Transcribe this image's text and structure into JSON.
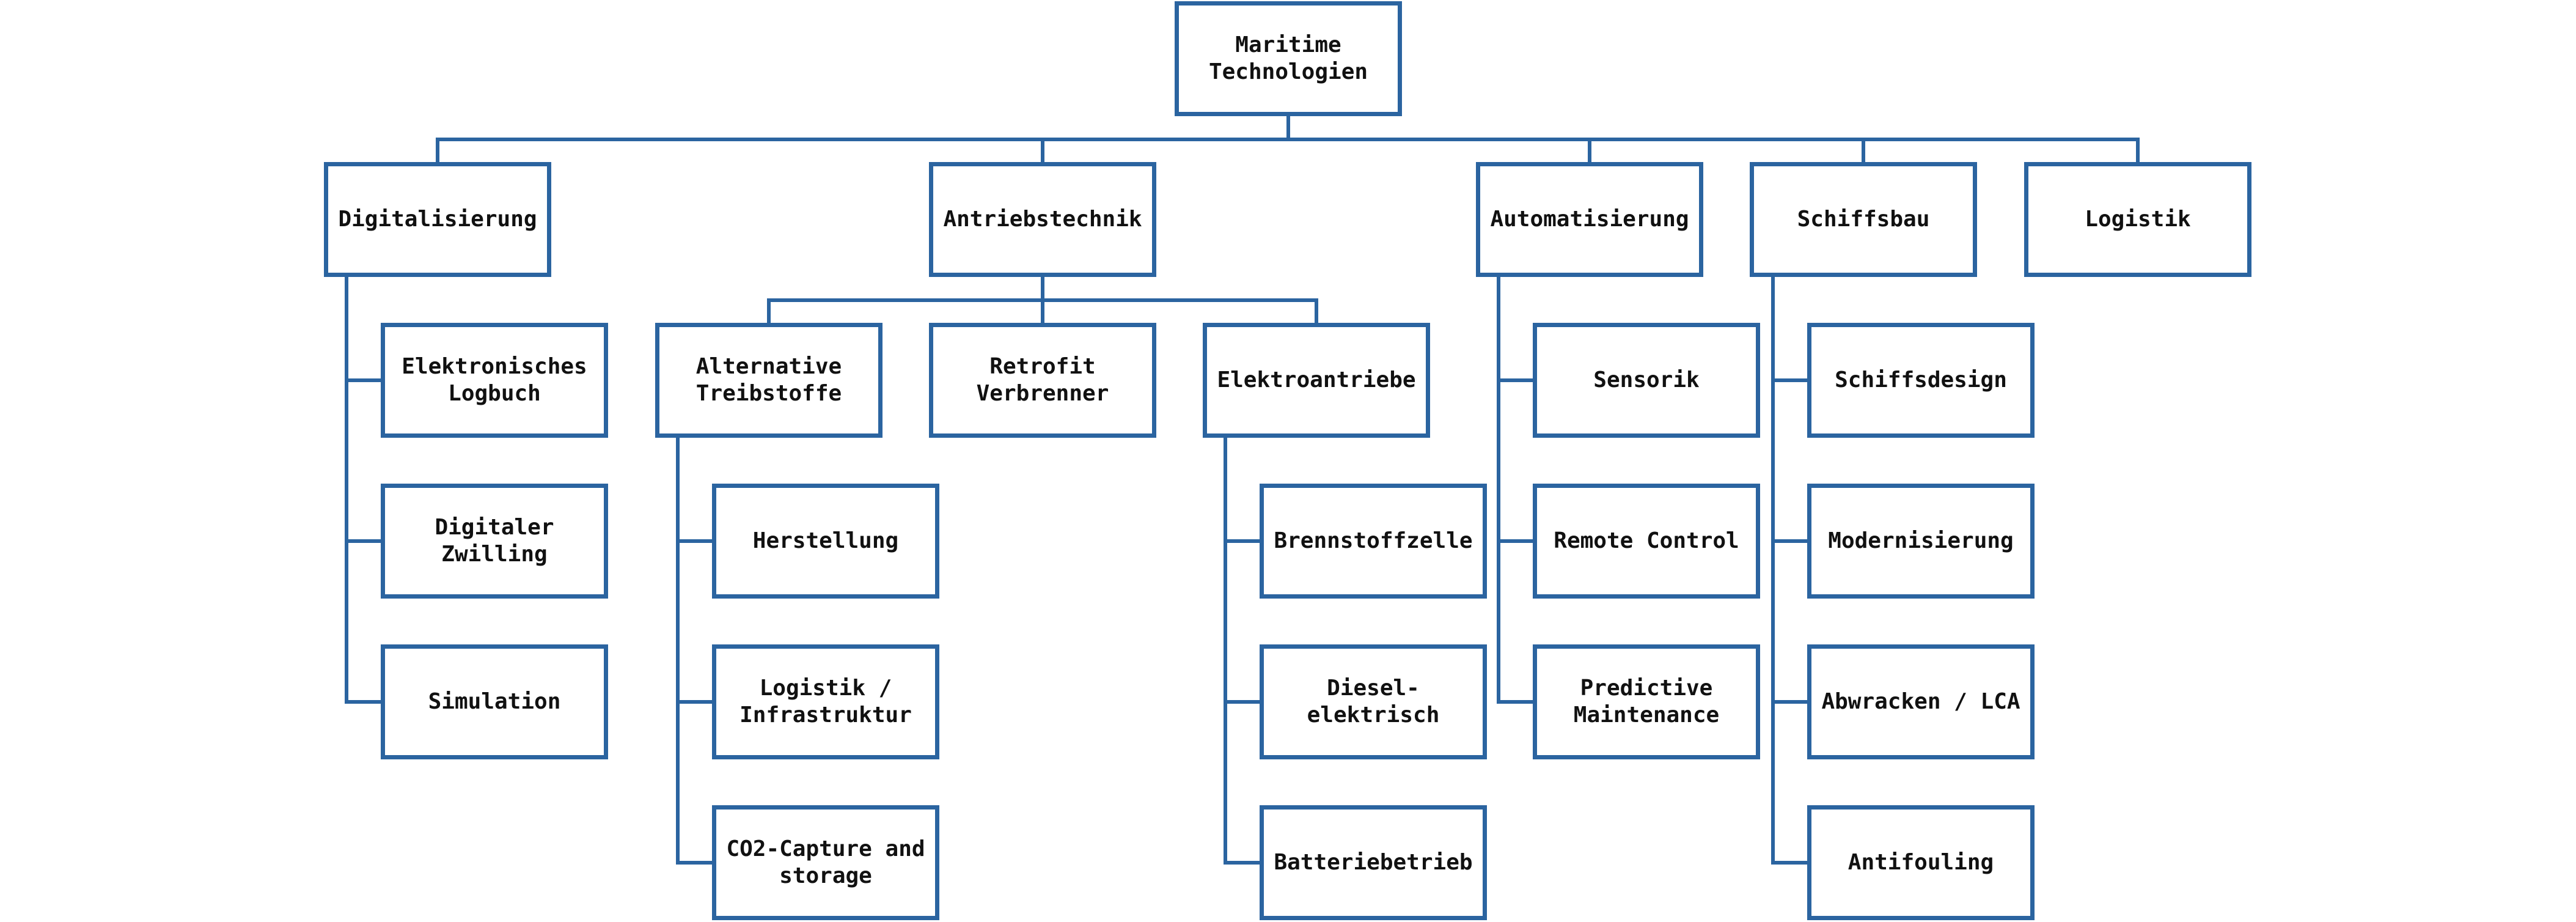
{
  "colors": {
    "line": "#2b64a0",
    "box_border": "#2b64a0",
    "text": "#111111",
    "background": "#ffffff"
  },
  "root": {
    "label": "Maritime\nTechnologien"
  },
  "categories": [
    {
      "label": "Digitalisierung",
      "children": [
        {
          "label": "Elektronisches\nLogbuch"
        },
        {
          "label": "Digitaler\nZwilling"
        },
        {
          "label": "Simulation"
        }
      ]
    },
    {
      "label": "Antriebstechnik",
      "children": [
        {
          "label": "Alternative\nTreibstoffe",
          "children": [
            {
              "label": "Herstellung"
            },
            {
              "label": "Logistik /\nInfrastruktur"
            },
            {
              "label": "CO2-Capture and\nstorage"
            }
          ]
        },
        {
          "label": "Retrofit\nVerbrenner"
        },
        {
          "label": "Elektroantriebe",
          "children": [
            {
              "label": "Brennstoffzelle"
            },
            {
              "label": "Diesel-\nelektrisch"
            },
            {
              "label": "Batteriebetrieb"
            }
          ]
        }
      ]
    },
    {
      "label": "Automatisierung",
      "children": [
        {
          "label": "Sensorik"
        },
        {
          "label": "Remote Control"
        },
        {
          "label": "Predictive\nMaintenance"
        }
      ]
    },
    {
      "label": "Schiffsbau",
      "children": [
        {
          "label": "Schiffsdesign"
        },
        {
          "label": "Modernisierung"
        },
        {
          "label": "Abwracken / LCA"
        },
        {
          "label": "Antifouling"
        }
      ]
    },
    {
      "label": "Logistik"
    }
  ]
}
